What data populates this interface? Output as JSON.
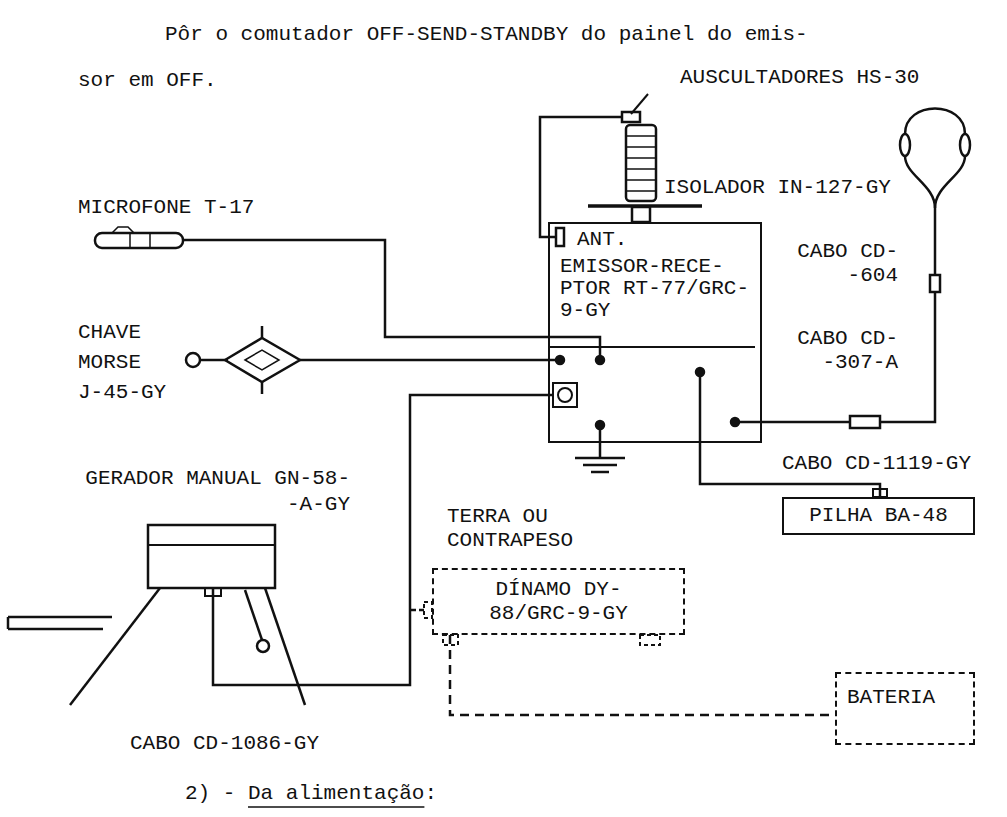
{
  "diagram": {
    "nodes": [
      {
        "text": [
          "ANT.",
          "EMISSOR-RECE- PTOR RT-77/GRC-9-GY"
        ]
      },
      {
        "text": [
          "PILHA BA-48"
        ]
      },
      {
        "text": [
          "DÍNAMO DY-88/GRC-9-GY"
        ]
      },
      {
        "text": [
          "BATERIA"
        ]
      }
    ],
    "edges": [
      {
        "from": 0,
        "to": 1,
        "arrow": "none",
        "label": "CABO CD-1119-GY"
      },
      {
        "from": 2,
        "to": 3,
        "arrow": "none"
      }
    ],
    "labels": [
      "Pôr o comutador OFF-SEND-STANDBY do painel do emis- sor em OFF.",
      "AUSCULTADORES HS-30",
      "MICROFONE T-17",
      "ISOLADOR IN-127-GY",
      "CABO CD- -604",
      "CHAVE MORSE J-45-GY",
      "CABO CD- -307-A",
      "GERADOR MANUAL GN-58- -A-GY",
      "TERRA OU CONTRAPESO",
      "CABO CD-1086-GY",
      "2) - Da alimentação:"
    ]
  }
}
